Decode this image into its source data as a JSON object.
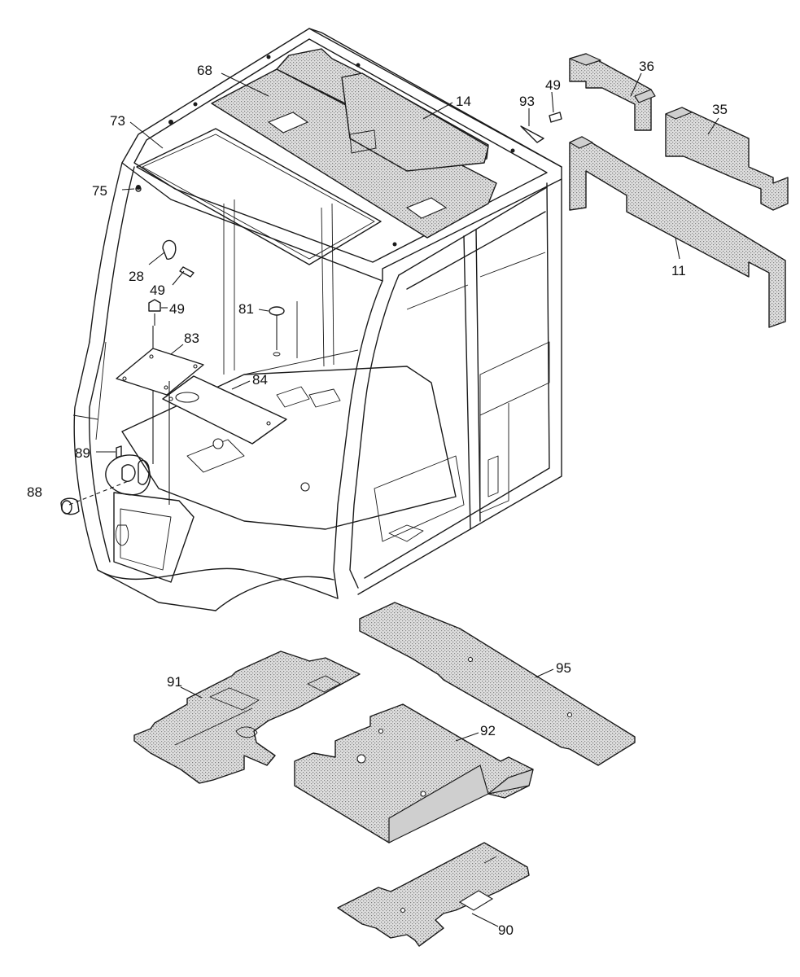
{
  "diagram": {
    "type": "exploded parts diagram",
    "callouts": {
      "c11": "11",
      "c14": "14",
      "c28": "28",
      "c35": "35",
      "c36": "36",
      "c49a": "49",
      "c49b": "49",
      "c49c": "49",
      "c68": "68",
      "c73": "73",
      "c75": "75",
      "c81": "81",
      "c83": "83",
      "c84": "84",
      "c88": "88",
      "c89": "89",
      "c90": "90",
      "c91": "91",
      "c92": "92",
      "c93": "93",
      "c95": "95"
    }
  }
}
